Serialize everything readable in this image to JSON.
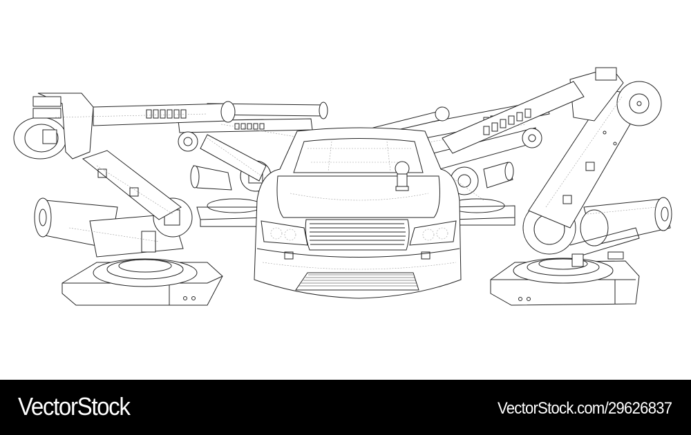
{
  "illustration": {
    "subject": "Wire-frame car on assembly line surrounded by industrial robot arms",
    "style": "black outline line art on white",
    "elements": [
      "robot-arm-left-front",
      "robot-arm-left-back",
      "car-front-view",
      "robot-arm-right-back",
      "robot-arm-right-front"
    ]
  },
  "footer": {
    "brand": "VectorStock",
    "reference": "VectorStock.com/29626837",
    "background": "#000000",
    "text_color": "#ffffff"
  }
}
